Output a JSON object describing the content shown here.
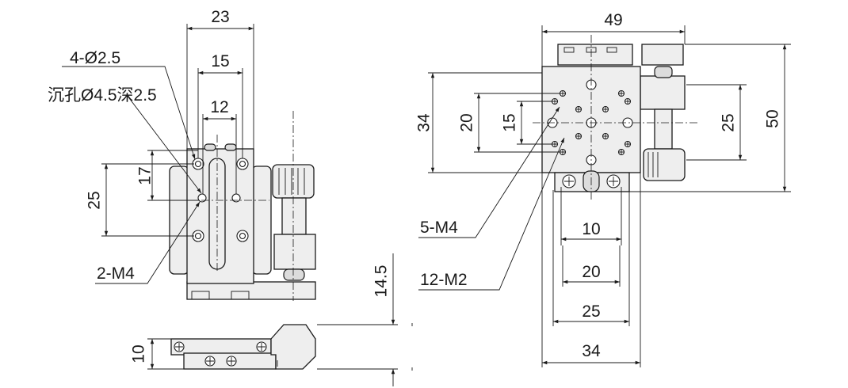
{
  "front_view": {
    "dim_width_outer": "23",
    "dim_width_mid": "15",
    "dim_width_inner": "12",
    "dim_height_17": "17",
    "dim_height_25": "25",
    "callout_counterbore_line1": "4-Ø2.5",
    "callout_counterbore_line2": "沉孔Ø4.5深2.5",
    "callout_tapped": "2-M4"
  },
  "side_view": {
    "dim_height_total": "14.5",
    "dim_thickness": "10"
  },
  "top_view": {
    "dim_total_width": "49",
    "dim_total_height": "50",
    "dim_body_height": "34",
    "dim_hole_20": "20",
    "dim_hole_15": "15",
    "dim_hole_25_right": "25",
    "dim_bottom_10": "10",
    "dim_bottom_20": "20",
    "dim_bottom_25": "25",
    "dim_bottom_34": "34",
    "callout_5m4": "5-M4",
    "callout_12m2": "12-M2"
  },
  "colors": {
    "line": "#1a1a1a",
    "fill": "#eeeeee",
    "background": "#ffffff"
  }
}
